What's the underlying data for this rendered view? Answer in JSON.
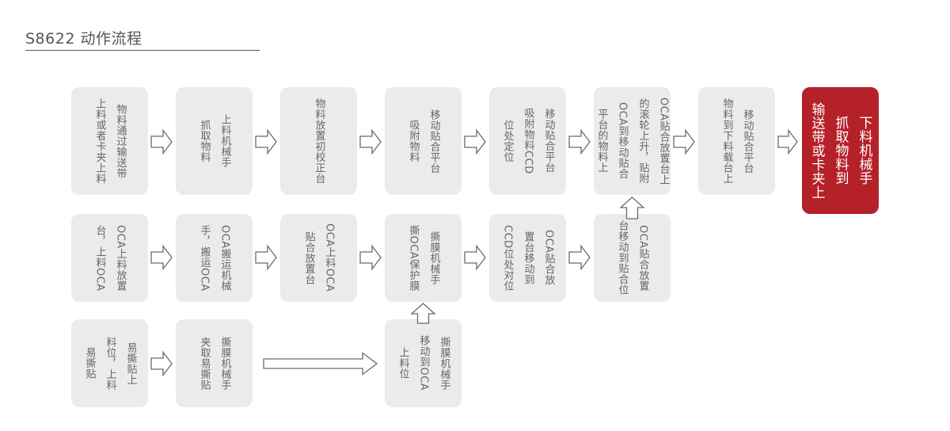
{
  "header": {
    "title": "S8622  动作流程"
  },
  "diagram": {
    "nodes": [
      {
        "id": "n1",
        "text": "物料通过输送带\n上料或者卡夹上料"
      },
      {
        "id": "n2",
        "text": "上料机械手\n抓取物料"
      },
      {
        "id": "n3",
        "text": "物料放置初校正台"
      },
      {
        "id": "n4",
        "text": "移动贴合平台\n吸附物料"
      },
      {
        "id": "n5",
        "text": "移动贴合平台\n吸附物料CCD\n位处定位"
      },
      {
        "id": "n6",
        "text": "OCA贴合放置台上\n的滚轮上升，贴附\nOCA到移动贴合\n平台的物料上"
      },
      {
        "id": "n7",
        "text": "移动贴合平台\n物料到下料载台上"
      },
      {
        "id": "n8",
        "text": "下料机械手\n抓取物料到\n输送带或卡夹上"
      },
      {
        "id": "n9",
        "text": "OCA上料放置\n台，上料OCA"
      },
      {
        "id": "n10",
        "text": "OCA搬运机械\n手，搬运OCA"
      },
      {
        "id": "n11",
        "text": "OCA上料OCA\n贴合放置台"
      },
      {
        "id": "n12",
        "text": "撕膜机械手\n撕OCA保护膜"
      },
      {
        "id": "n13",
        "text": "OCA贴合放\n置台移动到\nCCD位处对位"
      },
      {
        "id": "n14",
        "text": "OCA贴合放置\n台移动到贴合位"
      },
      {
        "id": "n15",
        "text": "易撕贴上\n料位，上料\n易撕贴"
      },
      {
        "id": "n16",
        "text": "撕膜机械手\n夹取易撕贴"
      },
      {
        "id": "n17",
        "text": "撕膜机械手\n移动到OCA\n上料位"
      }
    ],
    "edges": [
      [
        "n1",
        "n2"
      ],
      [
        "n2",
        "n3"
      ],
      [
        "n3",
        "n4"
      ],
      [
        "n4",
        "n5"
      ],
      [
        "n5",
        "n6"
      ],
      [
        "n6",
        "n7"
      ],
      [
        "n7",
        "n8"
      ],
      [
        "n9",
        "n10"
      ],
      [
        "n10",
        "n11"
      ],
      [
        "n11",
        "n12"
      ],
      [
        "n12",
        "n13"
      ],
      [
        "n13",
        "n14"
      ],
      [
        "n14",
        "n6"
      ],
      [
        "n15",
        "n16"
      ],
      [
        "n16",
        "n17"
      ],
      [
        "n17",
        "n12"
      ]
    ],
    "colors": {
      "box": "#ebebeb",
      "highlight": "#b52129",
      "text": "#666666",
      "arrow_stroke": "#6a6a6a"
    }
  }
}
